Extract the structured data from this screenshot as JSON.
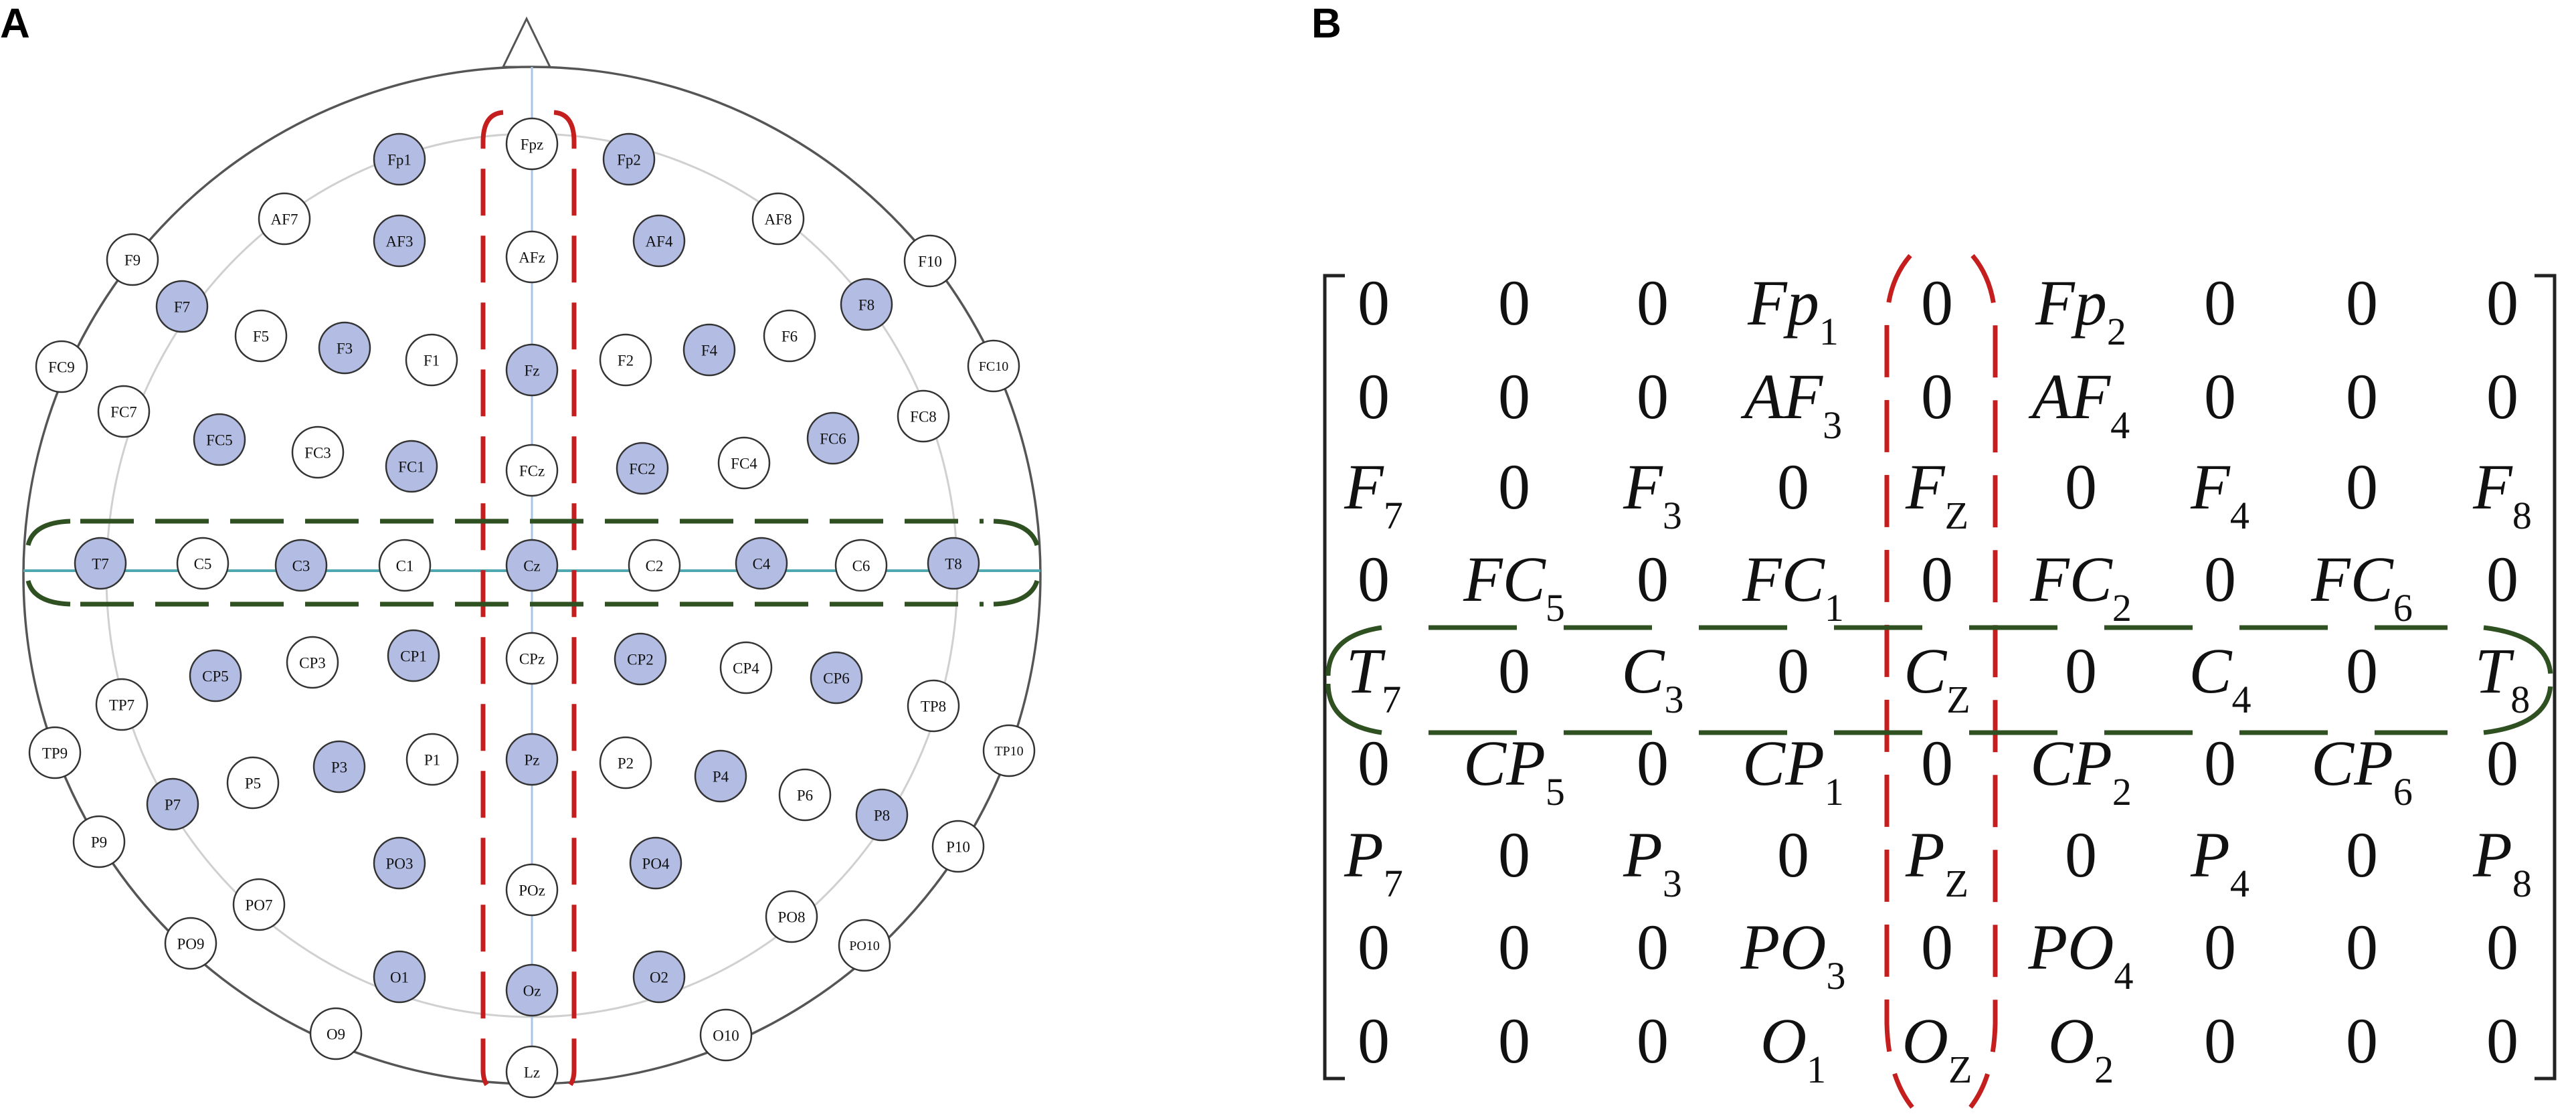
{
  "panels": {
    "a_label": "A",
    "b_label": "B"
  },
  "colors": {
    "selected_fill": "#b3bde3",
    "unselected_fill": "#ffffff",
    "electrode_stroke": "#333333",
    "midline_highlight": "#c41e1e",
    "temporal_highlight": "#2f5021",
    "center_line": "#4fa8b0",
    "grid_ring": "#d0d0d0",
    "head_outline": "#555555"
  },
  "electrodes": [
    {
      "label": "Fpz",
      "selected": false
    },
    {
      "label": "Fp1",
      "selected": true
    },
    {
      "label": "Fp2",
      "selected": true
    },
    {
      "label": "AF7",
      "selected": false
    },
    {
      "label": "AF3",
      "selected": true
    },
    {
      "label": "AFz",
      "selected": false
    },
    {
      "label": "AF4",
      "selected": true
    },
    {
      "label": "AF8",
      "selected": false
    },
    {
      "label": "F9",
      "selected": false
    },
    {
      "label": "F7",
      "selected": true
    },
    {
      "label": "F5",
      "selected": false
    },
    {
      "label": "F3",
      "selected": true
    },
    {
      "label": "F1",
      "selected": false
    },
    {
      "label": "Fz",
      "selected": true
    },
    {
      "label": "F2",
      "selected": false
    },
    {
      "label": "F4",
      "selected": true
    },
    {
      "label": "F6",
      "selected": false
    },
    {
      "label": "F8",
      "selected": true
    },
    {
      "label": "F10",
      "selected": false
    },
    {
      "label": "FC9",
      "selected": false
    },
    {
      "label": "FC7",
      "selected": false
    },
    {
      "label": "FC5",
      "selected": true
    },
    {
      "label": "FC3",
      "selected": false
    },
    {
      "label": "FC1",
      "selected": true
    },
    {
      "label": "FCz",
      "selected": false
    },
    {
      "label": "FC2",
      "selected": true
    },
    {
      "label": "FC4",
      "selected": false
    },
    {
      "label": "FC6",
      "selected": true
    },
    {
      "label": "FC8",
      "selected": false
    },
    {
      "label": "FC10",
      "selected": false
    },
    {
      "label": "T7",
      "selected": true
    },
    {
      "label": "C5",
      "selected": false
    },
    {
      "label": "C3",
      "selected": true
    },
    {
      "label": "C1",
      "selected": false
    },
    {
      "label": "Cz",
      "selected": true
    },
    {
      "label": "C2",
      "selected": false
    },
    {
      "label": "C4",
      "selected": true
    },
    {
      "label": "C6",
      "selected": false
    },
    {
      "label": "T8",
      "selected": true
    },
    {
      "label": "TP7",
      "selected": false
    },
    {
      "label": "CP5",
      "selected": true
    },
    {
      "label": "CP3",
      "selected": false
    },
    {
      "label": "CP1",
      "selected": true
    },
    {
      "label": "CPz",
      "selected": false
    },
    {
      "label": "CP2",
      "selected": true
    },
    {
      "label": "CP4",
      "selected": false
    },
    {
      "label": "CP6",
      "selected": true
    },
    {
      "label": "TP8",
      "selected": false
    },
    {
      "label": "TP9",
      "selected": false
    },
    {
      "label": "TP10",
      "selected": false
    },
    {
      "label": "P7",
      "selected": true
    },
    {
      "label": "P5",
      "selected": false
    },
    {
      "label": "P3",
      "selected": true
    },
    {
      "label": "P1",
      "selected": false
    },
    {
      "label": "Pz",
      "selected": true
    },
    {
      "label": "P2",
      "selected": false
    },
    {
      "label": "P4",
      "selected": true
    },
    {
      "label": "P6",
      "selected": false
    },
    {
      "label": "P8",
      "selected": true
    },
    {
      "label": "P9",
      "selected": false
    },
    {
      "label": "P10",
      "selected": false
    },
    {
      "label": "PO7",
      "selected": false
    },
    {
      "label": "PO3",
      "selected": true
    },
    {
      "label": "POz",
      "selected": false
    },
    {
      "label": "PO4",
      "selected": true
    },
    {
      "label": "PO8",
      "selected": false
    },
    {
      "label": "PO9",
      "selected": false
    },
    {
      "label": "PO10",
      "selected": false
    },
    {
      "label": "O1",
      "selected": true
    },
    {
      "label": "Oz",
      "selected": true
    },
    {
      "label": "O2",
      "selected": true
    },
    {
      "label": "O9",
      "selected": false
    },
    {
      "label": "O10",
      "selected": false
    },
    {
      "label": "Lz",
      "selected": false
    }
  ],
  "matrix": [
    [
      {
        "m": "0"
      },
      {
        "m": "0"
      },
      {
        "m": "0"
      },
      {
        "m": "Fp",
        "s": "1"
      },
      {
        "m": "0"
      },
      {
        "m": "Fp",
        "s": "2"
      },
      {
        "m": "0"
      },
      {
        "m": "0"
      },
      {
        "m": "0"
      }
    ],
    [
      {
        "m": "0"
      },
      {
        "m": "0"
      },
      {
        "m": "0"
      },
      {
        "m": "AF",
        "s": "3"
      },
      {
        "m": "0"
      },
      {
        "m": "AF",
        "s": "4"
      },
      {
        "m": "0"
      },
      {
        "m": "0"
      },
      {
        "m": "0"
      }
    ],
    [
      {
        "m": "F",
        "s": "7"
      },
      {
        "m": "0"
      },
      {
        "m": "F",
        "s": "3"
      },
      {
        "m": "0"
      },
      {
        "m": "F",
        "s": "Z"
      },
      {
        "m": "0"
      },
      {
        "m": "F",
        "s": "4"
      },
      {
        "m": "0"
      },
      {
        "m": "F",
        "s": "8"
      }
    ],
    [
      {
        "m": "0"
      },
      {
        "m": "FC",
        "s": "5"
      },
      {
        "m": "0"
      },
      {
        "m": "FC",
        "s": "1"
      },
      {
        "m": "0"
      },
      {
        "m": "FC",
        "s": "2"
      },
      {
        "m": "0"
      },
      {
        "m": "FC",
        "s": "6"
      },
      {
        "m": "0"
      }
    ],
    [
      {
        "m": "T",
        "s": "7"
      },
      {
        "m": "0"
      },
      {
        "m": "C",
        "s": "3"
      },
      {
        "m": "0"
      },
      {
        "m": "C",
        "s": "Z"
      },
      {
        "m": "0"
      },
      {
        "m": "C",
        "s": "4"
      },
      {
        "m": "0"
      },
      {
        "m": "T",
        "s": "8"
      }
    ],
    [
      {
        "m": "0"
      },
      {
        "m": "CP",
        "s": "5"
      },
      {
        "m": "0"
      },
      {
        "m": "CP",
        "s": "1"
      },
      {
        "m": "0"
      },
      {
        "m": "CP",
        "s": "2"
      },
      {
        "m": "0"
      },
      {
        "m": "CP",
        "s": "6"
      },
      {
        "m": "0"
      }
    ],
    [
      {
        "m": "P",
        "s": "7"
      },
      {
        "m": "0"
      },
      {
        "m": "P",
        "s": "3"
      },
      {
        "m": "0"
      },
      {
        "m": "P",
        "s": "Z"
      },
      {
        "m": "0"
      },
      {
        "m": "P",
        "s": "4"
      },
      {
        "m": "0"
      },
      {
        "m": "P",
        "s": "8"
      }
    ],
    [
      {
        "m": "0"
      },
      {
        "m": "0"
      },
      {
        "m": "0"
      },
      {
        "m": "PO",
        "s": "3"
      },
      {
        "m": "0"
      },
      {
        "m": "PO",
        "s": "4"
      },
      {
        "m": "0"
      },
      {
        "m": "0"
      },
      {
        "m": "0"
      }
    ],
    [
      {
        "m": "0"
      },
      {
        "m": "0"
      },
      {
        "m": "0"
      },
      {
        "m": "O",
        "s": "1"
      },
      {
        "m": "O",
        "s": "Z"
      },
      {
        "m": "O",
        "s": "2"
      },
      {
        "m": "0"
      },
      {
        "m": "0"
      },
      {
        "m": "0"
      }
    ]
  ]
}
